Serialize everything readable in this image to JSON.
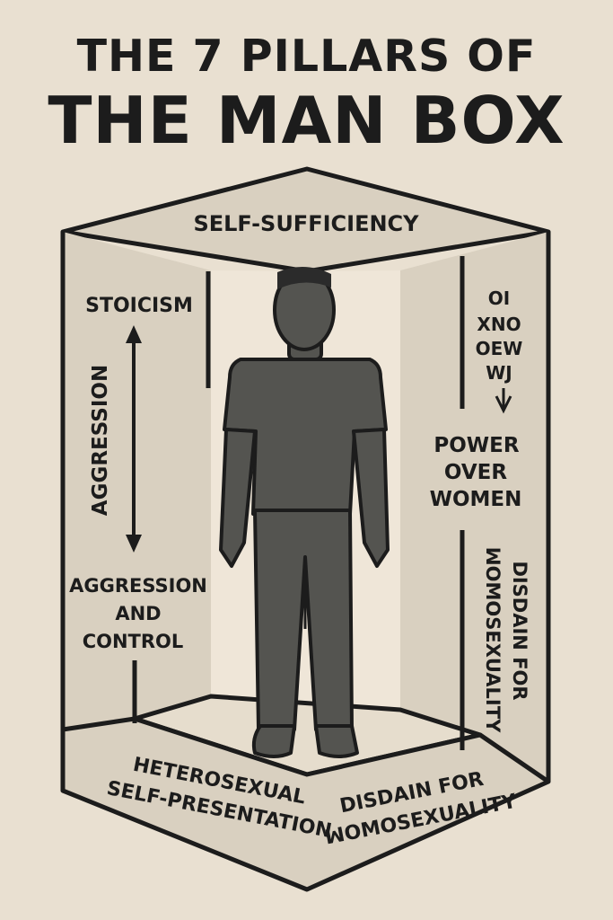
{
  "title": {
    "line1": "THE 7 PILLARS OF",
    "line2": "THE MAN BOX"
  },
  "labels": {
    "top": "SELF-SUFFICIENCY",
    "stoicism": "STOICISM",
    "aggression_vertical": "AGGRESSION",
    "aggression_control_1": "AGGRESSION",
    "aggression_control_2": "AND",
    "aggression_control_3": "CONTROL",
    "garbled_1": "OI",
    "garbled_2": "XNO",
    "garbled_3": "OEW",
    "garbled_4": "WJ",
    "power_1": "POWER",
    "power_2": "OVER",
    "power_3": "WOMEN",
    "disdain_side_1": "DISDAIN FOR",
    "disdain_side_2": "ꟽOMOSEXUALITY",
    "hetero_1": "HETEROSEXUAL",
    "hetero_2": "SELF-PRESENTATION",
    "disdain_bottom_1": "DISDAIN FOR",
    "disdain_bottom_2": "ꟽOMOSEXUALITY"
  },
  "colors": {
    "background": "#e9e0d1",
    "panel": "#d9d0c0",
    "inner_wall": "#efe6d8",
    "outline": "#1c1c1c",
    "figure": "#545450"
  },
  "icons": [
    "double-arrow-icon",
    "down-arrow-icon",
    "person-silhouette-icon"
  ]
}
